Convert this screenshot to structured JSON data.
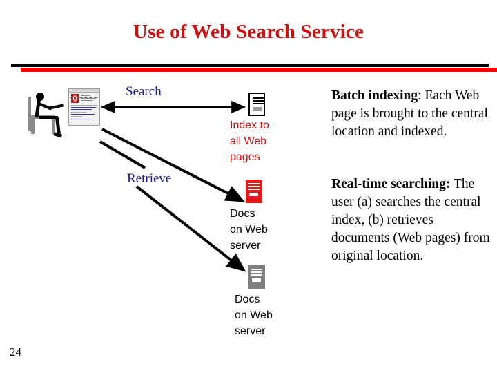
{
  "slide": {
    "title": "Use of Web Search Service",
    "page_number": "24",
    "title_color": "#cc1111",
    "rule_colors": {
      "upper": "#000000",
      "lower": "#ff0000"
    }
  },
  "diagram": {
    "person": {
      "name": "seated-user",
      "chair_color": "#8a8a8a",
      "figure_color": "#000000"
    },
    "browser_thumbnail": {
      "name": "web-browser-window-thumbnail"
    },
    "flow_labels": [
      {
        "id": "search",
        "text": "Search",
        "color": "#1a1a8c"
      },
      {
        "id": "retrieve",
        "text": "Retrieve",
        "color": "#1a1a8c"
      }
    ],
    "nodes": [
      {
        "id": "index",
        "icon": "server-icon",
        "icon_variant": "white",
        "caption": "Index to\nall Web\npages",
        "caption_color": "#cc1111"
      },
      {
        "id": "docs-web-server-1",
        "icon": "server-icon",
        "icon_variant": "red",
        "caption": "Docs\non Web\nserver",
        "caption_color": "#000000"
      },
      {
        "id": "docs-web-server-2",
        "icon": "server-icon",
        "icon_variant": "gray",
        "caption": "Docs\non Web\nserver",
        "caption_color": "#000000"
      }
    ],
    "arrows": [
      {
        "id": "search-arrow",
        "from": "browser-thumbnail",
        "to": "index",
        "direction": "right"
      },
      {
        "id": "incoming-arrow",
        "from": "index",
        "to": "browser-thumbnail",
        "direction": "left"
      },
      {
        "id": "retrieve-arrow-1",
        "from": "browser-thumbnail",
        "to": "docs-web-server-1",
        "direction": "down-right"
      },
      {
        "id": "retrieve-arrow-2",
        "from": "browser-thumbnail",
        "to": "docs-web-server-2",
        "direction": "down-right"
      }
    ]
  },
  "notes": [
    {
      "id": "batch-indexing",
      "heading": "Batch indexing",
      "separator": ": ",
      "body": "Each Web page is brought to the central location and indexed."
    },
    {
      "id": "real-time-searching",
      "heading": "Real-time searching:",
      "separator": " ",
      "body": "The user (a) searches the central index, (b) retrieves documents (Web pages) from original location."
    }
  ]
}
